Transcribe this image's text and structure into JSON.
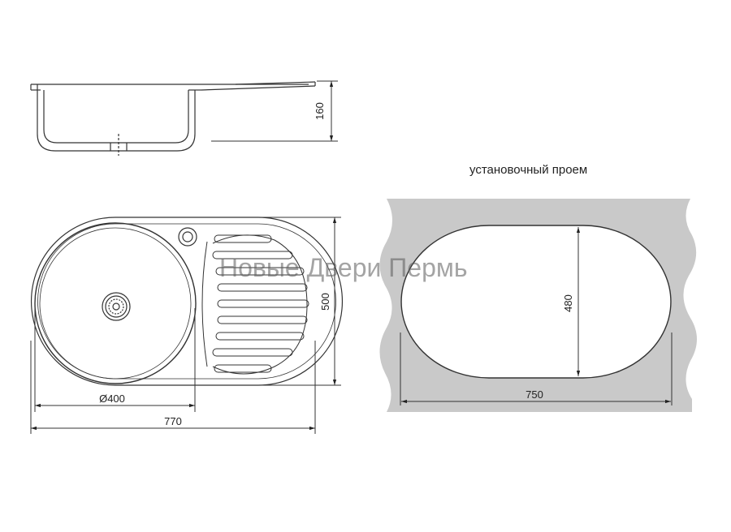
{
  "side_view": {
    "height_label": "160"
  },
  "top_view": {
    "bowl_diameter_label": "Ø400",
    "overall_width_label": "770",
    "overall_height_label": "500"
  },
  "cutout": {
    "title": "установочный проем",
    "width_label": "750",
    "height_label": "480",
    "fill_color": "#c9c9c9"
  },
  "watermark": {
    "text": "Новые Двери Пермь"
  }
}
